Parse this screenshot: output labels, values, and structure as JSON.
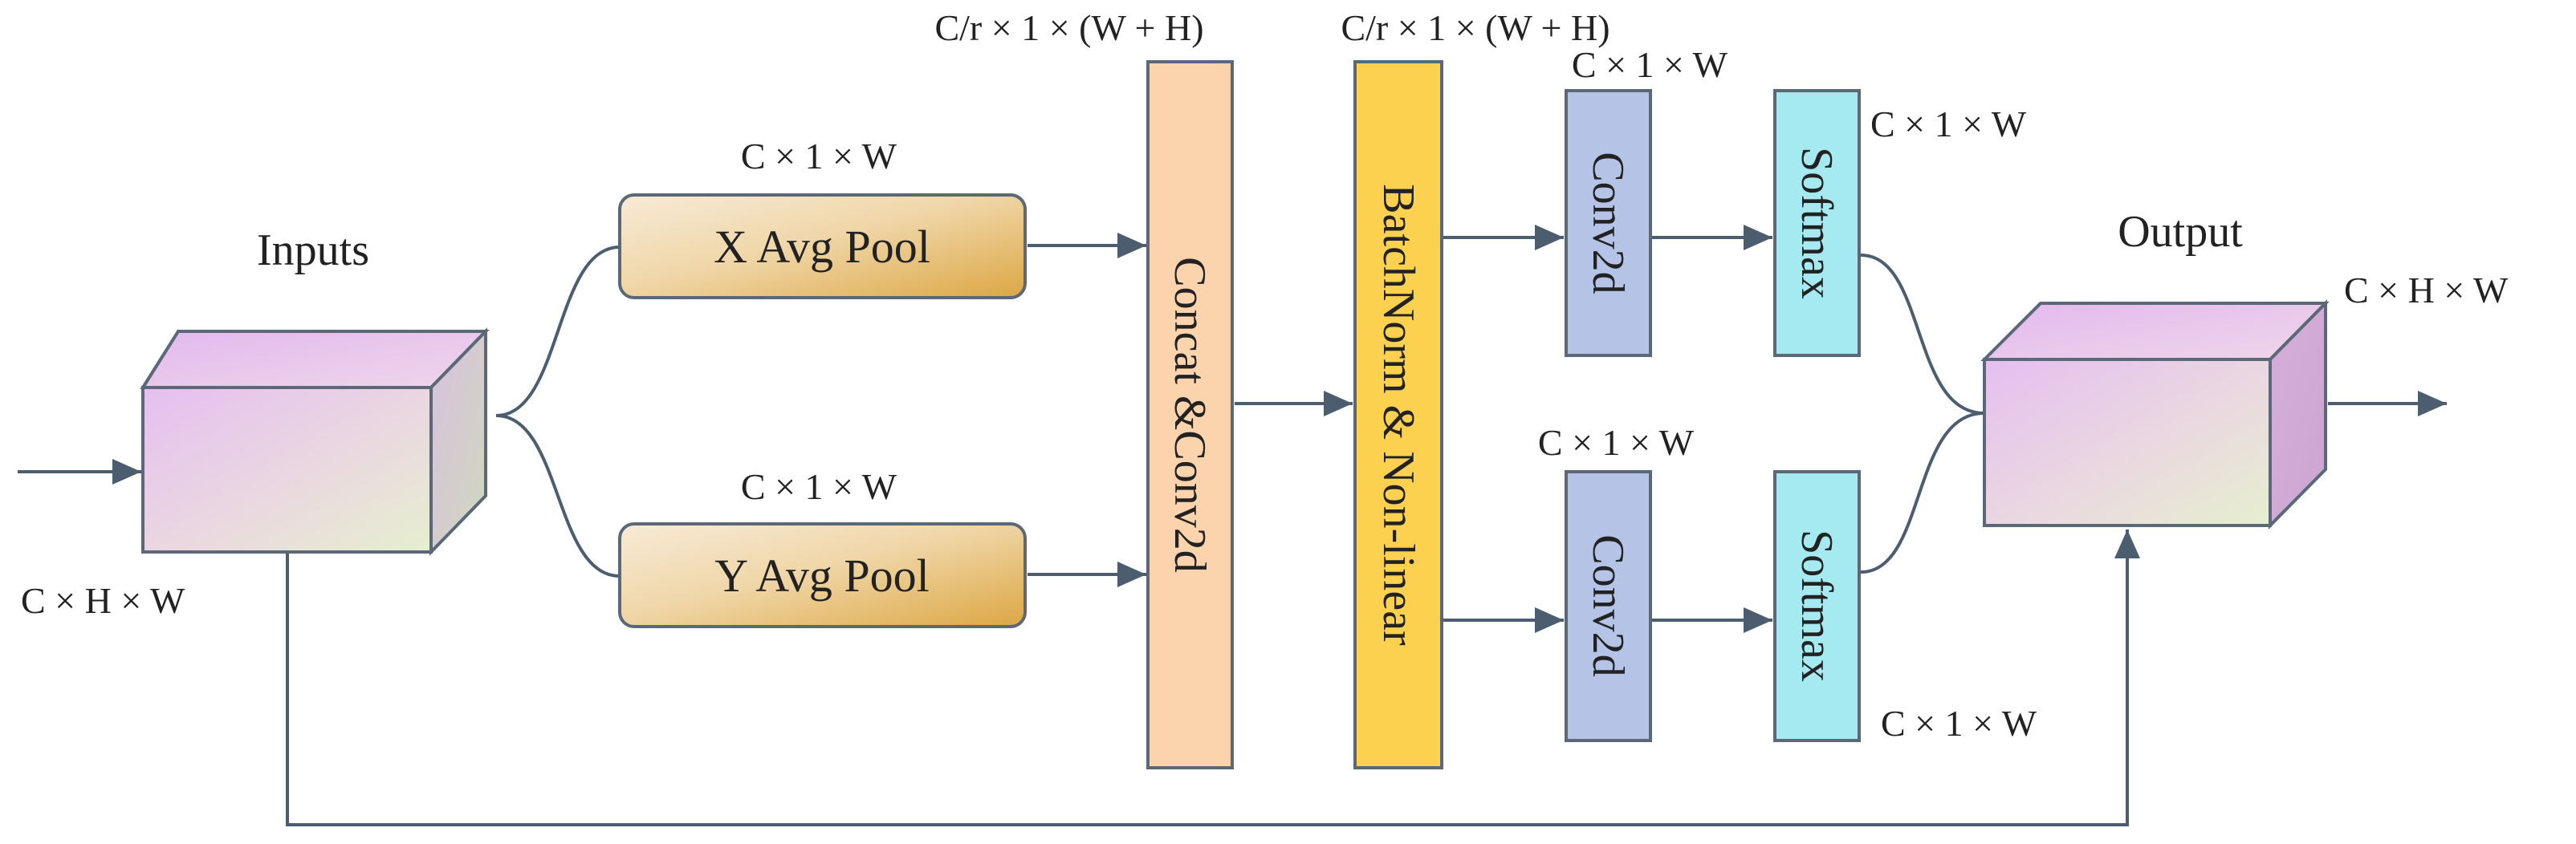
{
  "diagram": {
    "inputs_title": "Inputs",
    "output_title": "Output",
    "input_dim": "C × H × W",
    "output_dim": "C × H × W",
    "x_pool": {
      "label": "X Avg Pool",
      "dim": "C × 1 × W"
    },
    "y_pool": {
      "label": "Y Avg Pool",
      "dim": "C × 1 × W"
    },
    "concat": {
      "label": "Concat &Conv2d",
      "dim": "C/r × 1 × (W + H)"
    },
    "batchnorm": {
      "label": "BatchNorm & Non-linear",
      "dim": "C/r × 1 × (W + H)"
    },
    "conv_top": {
      "label": "Conv2d",
      "dim": "C × 1 × W"
    },
    "conv_bottom": {
      "label": "Conv2d",
      "dim": "C × 1 × W"
    },
    "softmax_top": {
      "label": "Softmax",
      "dim": "C × 1 × W"
    },
    "softmax_bottom": {
      "label": "Softmax",
      "dim": "C × 1 × W"
    },
    "colors": {
      "pool_light": "#f6e6cf",
      "pool_dark": "#dcaa45",
      "concat": "#fbd3ad",
      "batchnorm": "#fbd14f",
      "conv": "#b4c3e6",
      "softmax": "#a5eaf0",
      "cube_front_a": "#e7c2ee",
      "cube_front_b": "#e8ecd4",
      "line": "#4d5d70"
    }
  }
}
